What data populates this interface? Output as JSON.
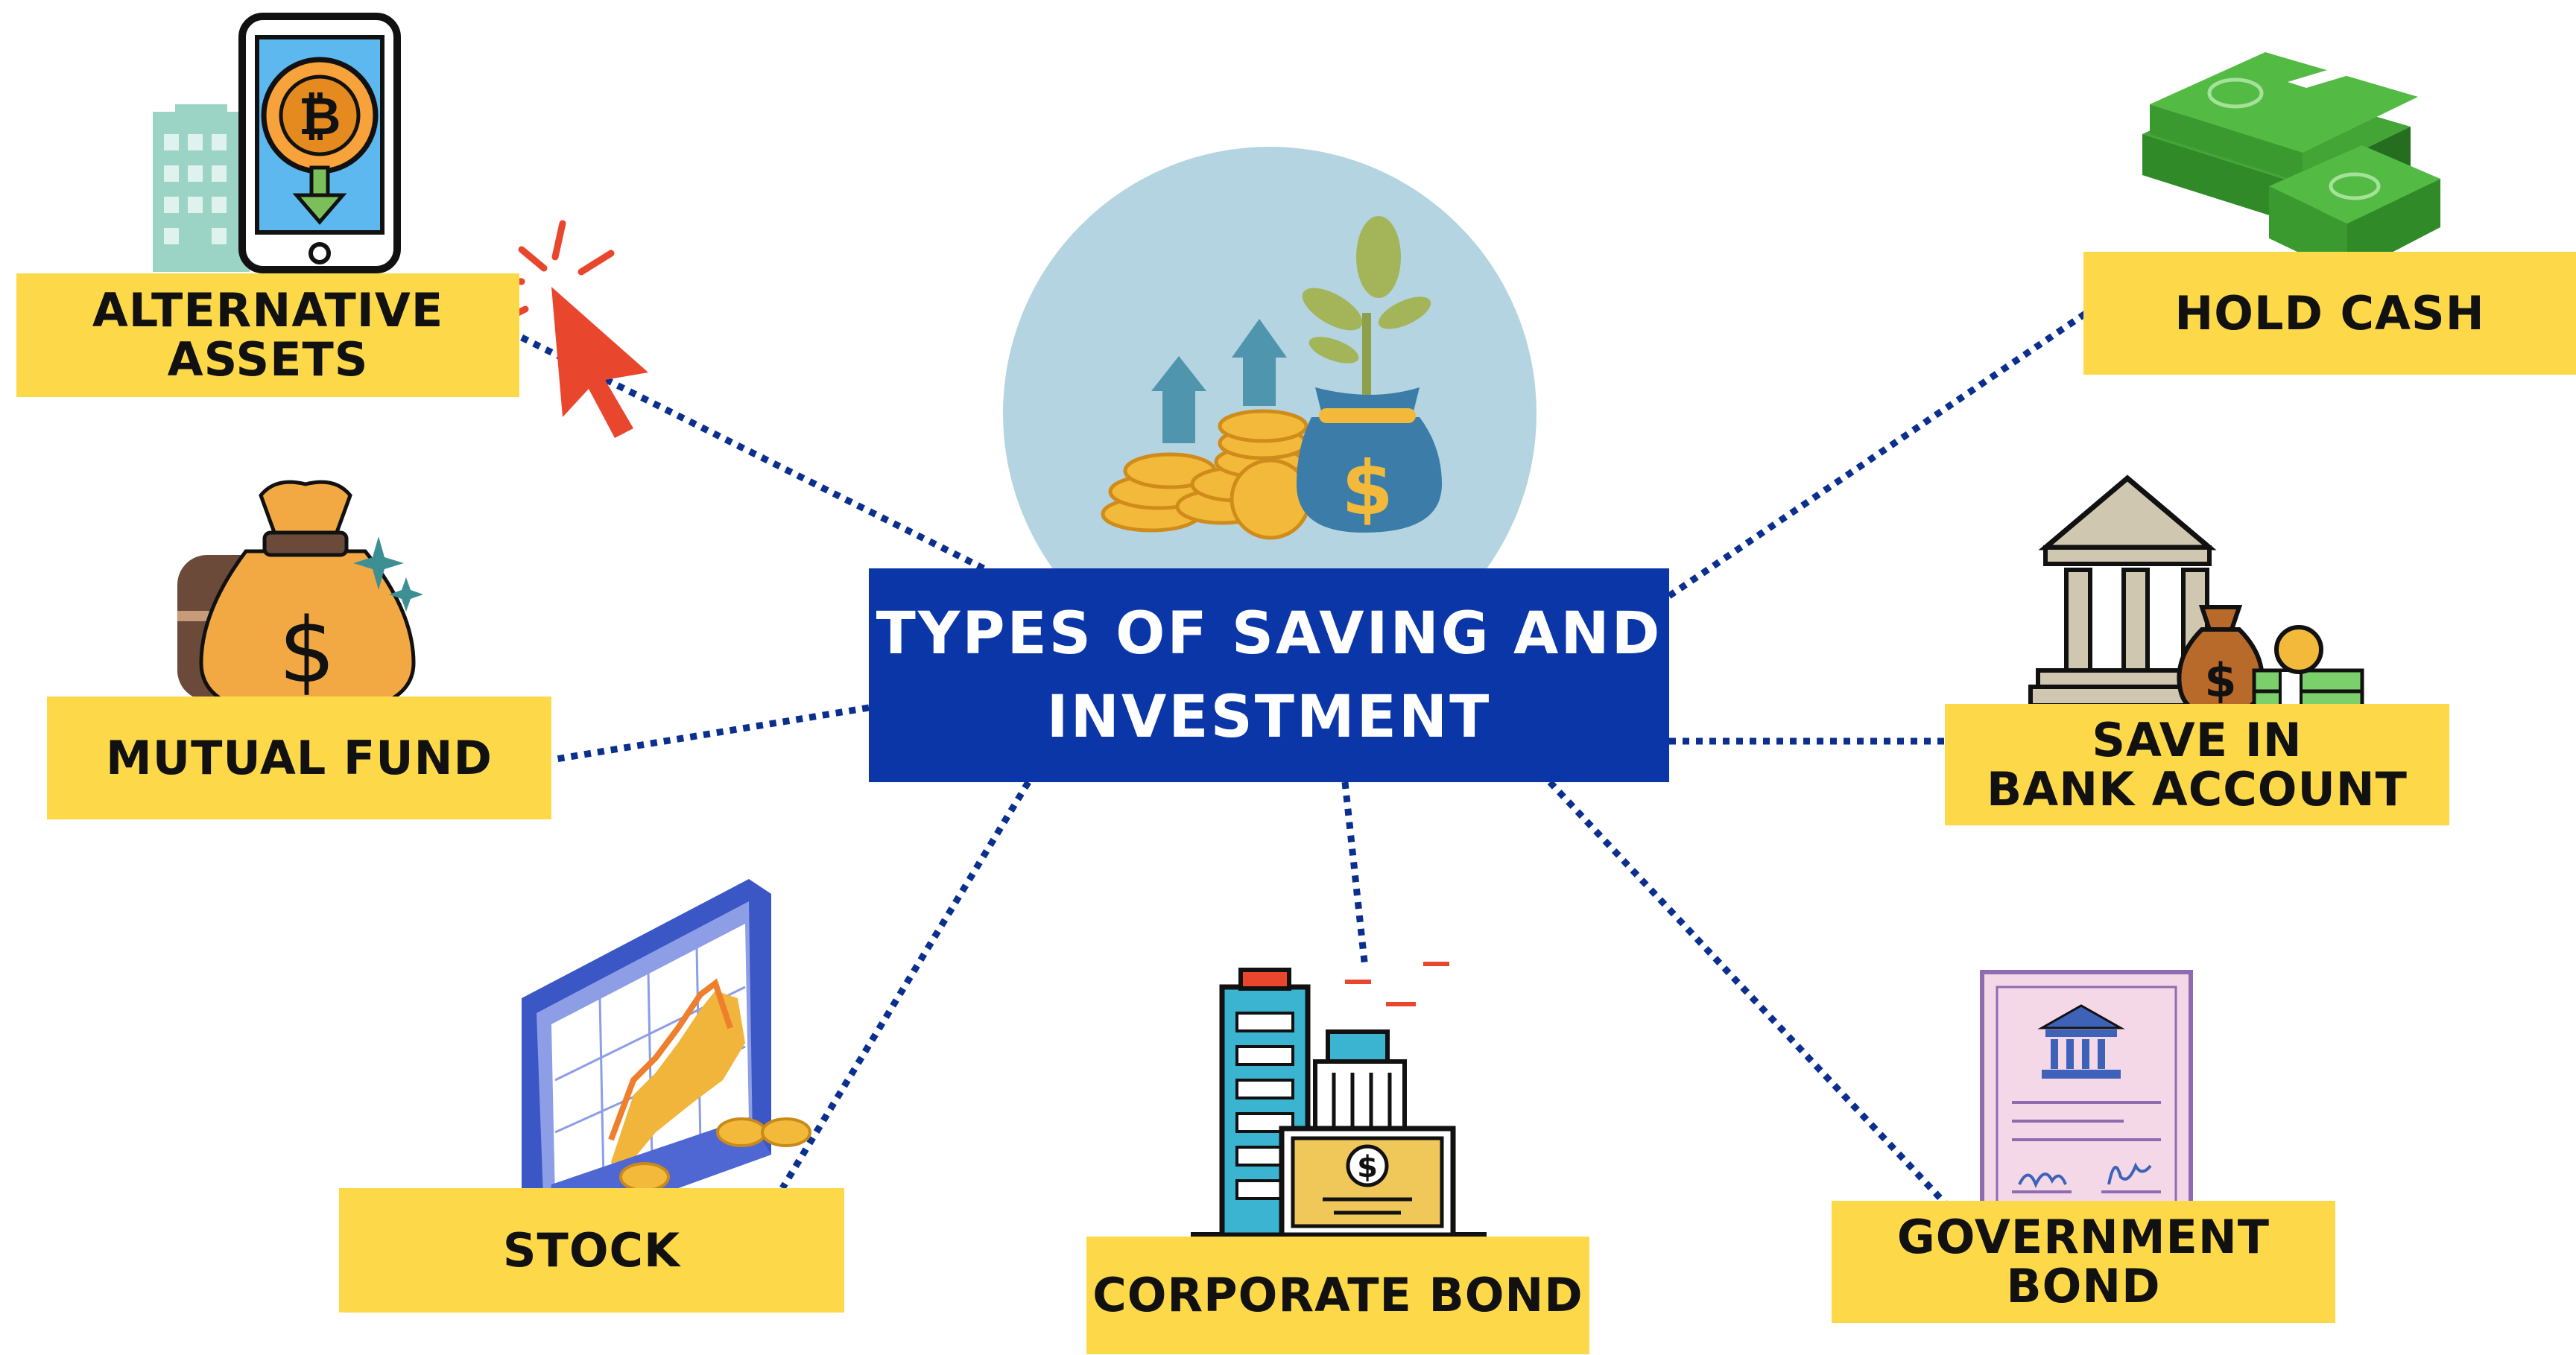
{
  "title": {
    "line1": "TYPES OF SAVING AND",
    "line2": "INVESTMENT"
  },
  "nodes": {
    "alternative_assets": {
      "line1": "ALTERNATIVE",
      "line2": "ASSETS"
    },
    "mutual_fund": {
      "label": "MUTUAL FUND"
    },
    "stock": {
      "label": "STOCK"
    },
    "corporate_bond": {
      "label": "CORPORATE BOND"
    },
    "government_bond": {
      "label": "GOVERNMENT BOND"
    },
    "save_in_bank": {
      "line1": "SAVE IN",
      "line2": "BANK ACCOUNT"
    },
    "hold_cash": {
      "label": "HOLD CASH"
    }
  },
  "icons": {
    "center": "money-growth-icon",
    "alternative_assets": "bitcoin-phone-icon",
    "mutual_fund": "money-bag-icon",
    "stock": "stock-chart-monitor-icon",
    "corporate_bond": "office-building-bond-icon",
    "government_bond": "government-certificate-icon",
    "save_in_bank": "bank-icon",
    "hold_cash": "cash-stack-icon",
    "pointer": "cursor-click-icon"
  },
  "colors": {
    "title_bg": "#0b36a8",
    "label_bg": "#fdd94a",
    "connector": "#0b2f8f",
    "circle": "#b3d4e0",
    "pointer": "#e8472d"
  }
}
